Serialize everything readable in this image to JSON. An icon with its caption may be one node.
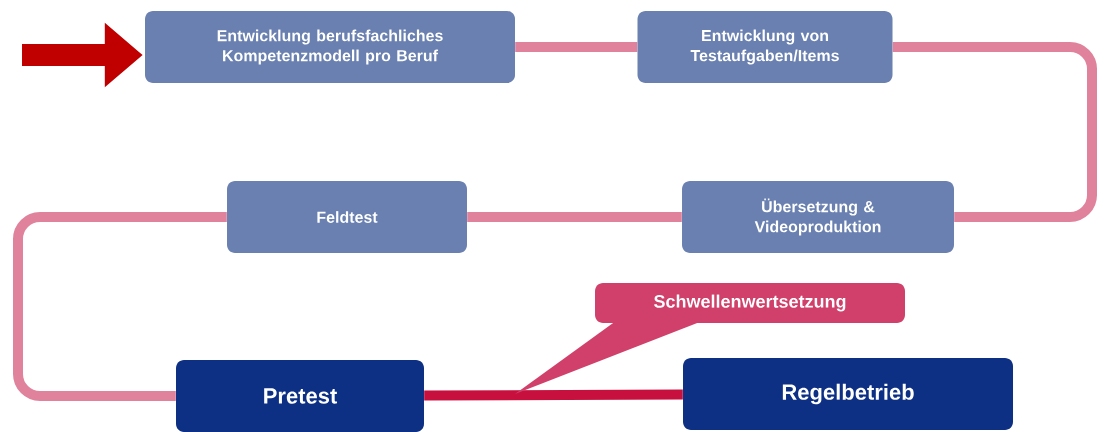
{
  "diagram": {
    "nodes": [
      {
        "text": [
          "Entwicklung berufsfachliches Kompetenzmodell pro Beruf"
        ]
      },
      {
        "text": [
          "Entwicklung von Testaufgaben/Items"
        ]
      },
      {
        "text": [
          "Feldtest"
        ]
      },
      {
        "text": [
          "Übersetzung & Videoproduktion"
        ]
      },
      {
        "text": [
          "Schwellenwertsetzung"
        ]
      },
      {
        "text": [
          "Pretest"
        ]
      },
      {
        "text": [
          "Regelbetrieb"
        ]
      }
    ],
    "edges": [
      {
        "from": null,
        "to": 0,
        "arrow": "to",
        "style": "thick",
        "color": "#c00000"
      },
      {
        "from": 0,
        "to": 1,
        "arrow": "none"
      },
      {
        "from": 1,
        "to": 3,
        "arrow": "none"
      },
      {
        "from": 3,
        "to": 2,
        "arrow": "none"
      },
      {
        "from": 2,
        "to": 5,
        "arrow": "none"
      },
      {
        "from": 5,
        "to": 6,
        "arrow": "none",
        "color": "#c8103e"
      }
    ]
  }
}
